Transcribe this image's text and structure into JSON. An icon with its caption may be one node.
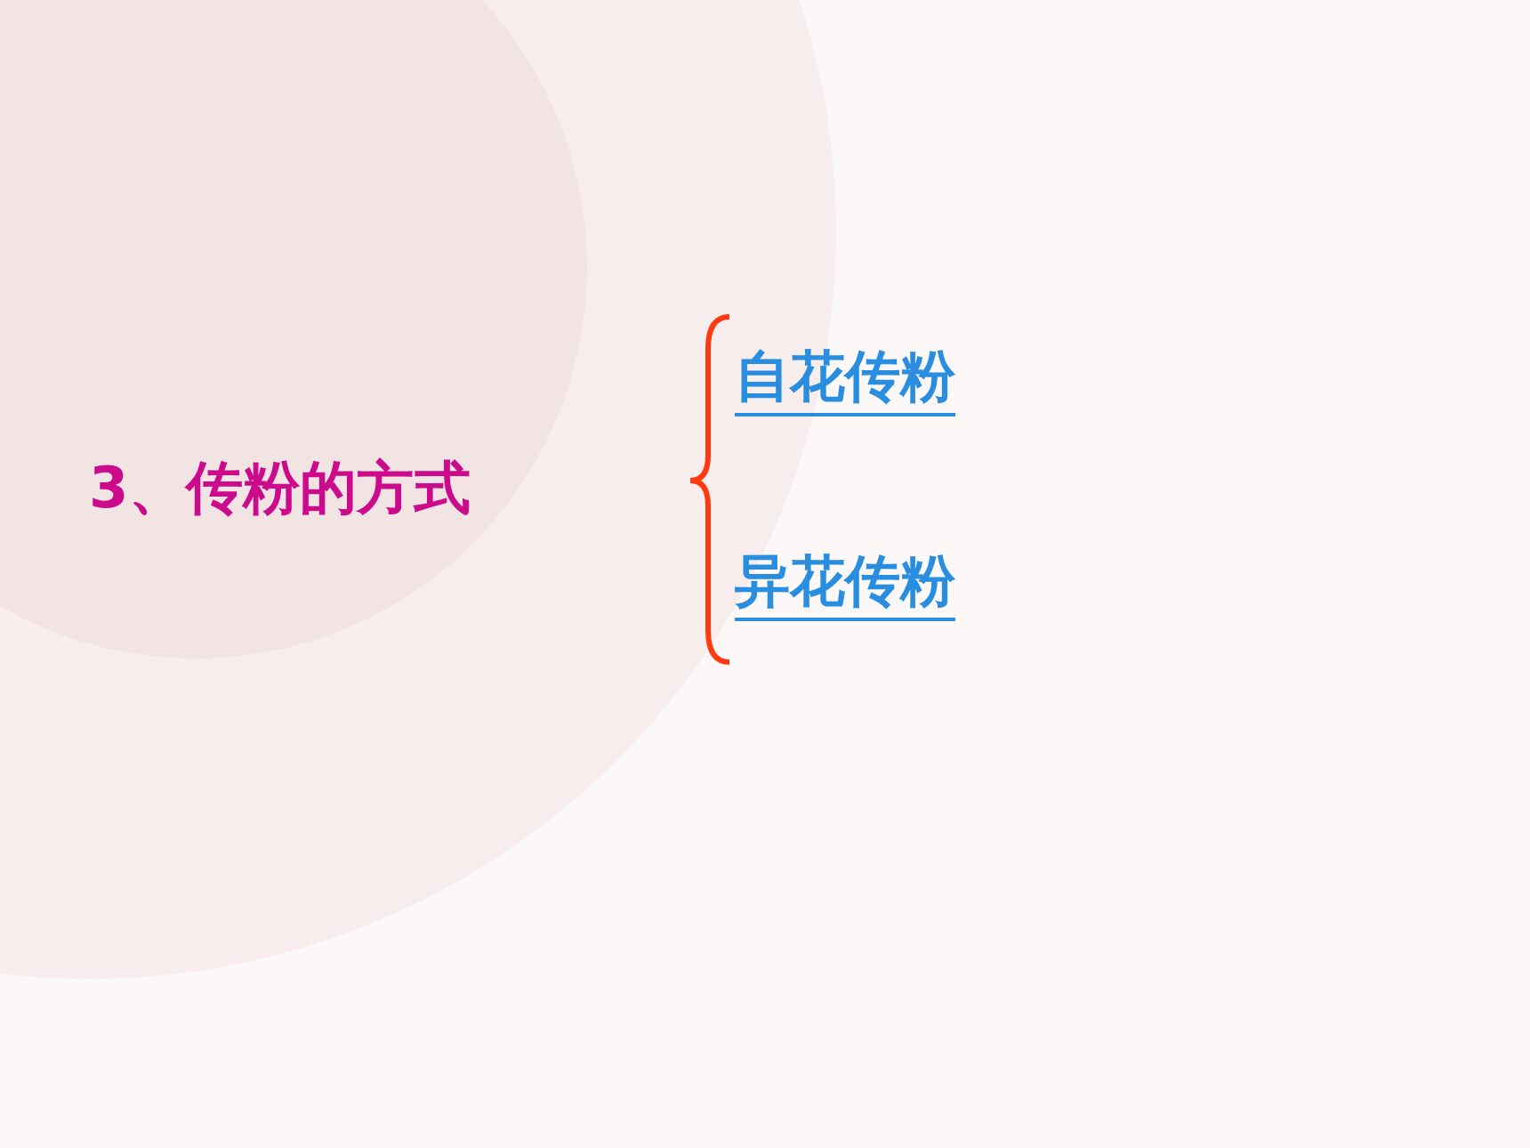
{
  "diagram": {
    "labels": [
      "3、传粉的方式",
      "自花传粉",
      "异花传粉"
    ]
  }
}
